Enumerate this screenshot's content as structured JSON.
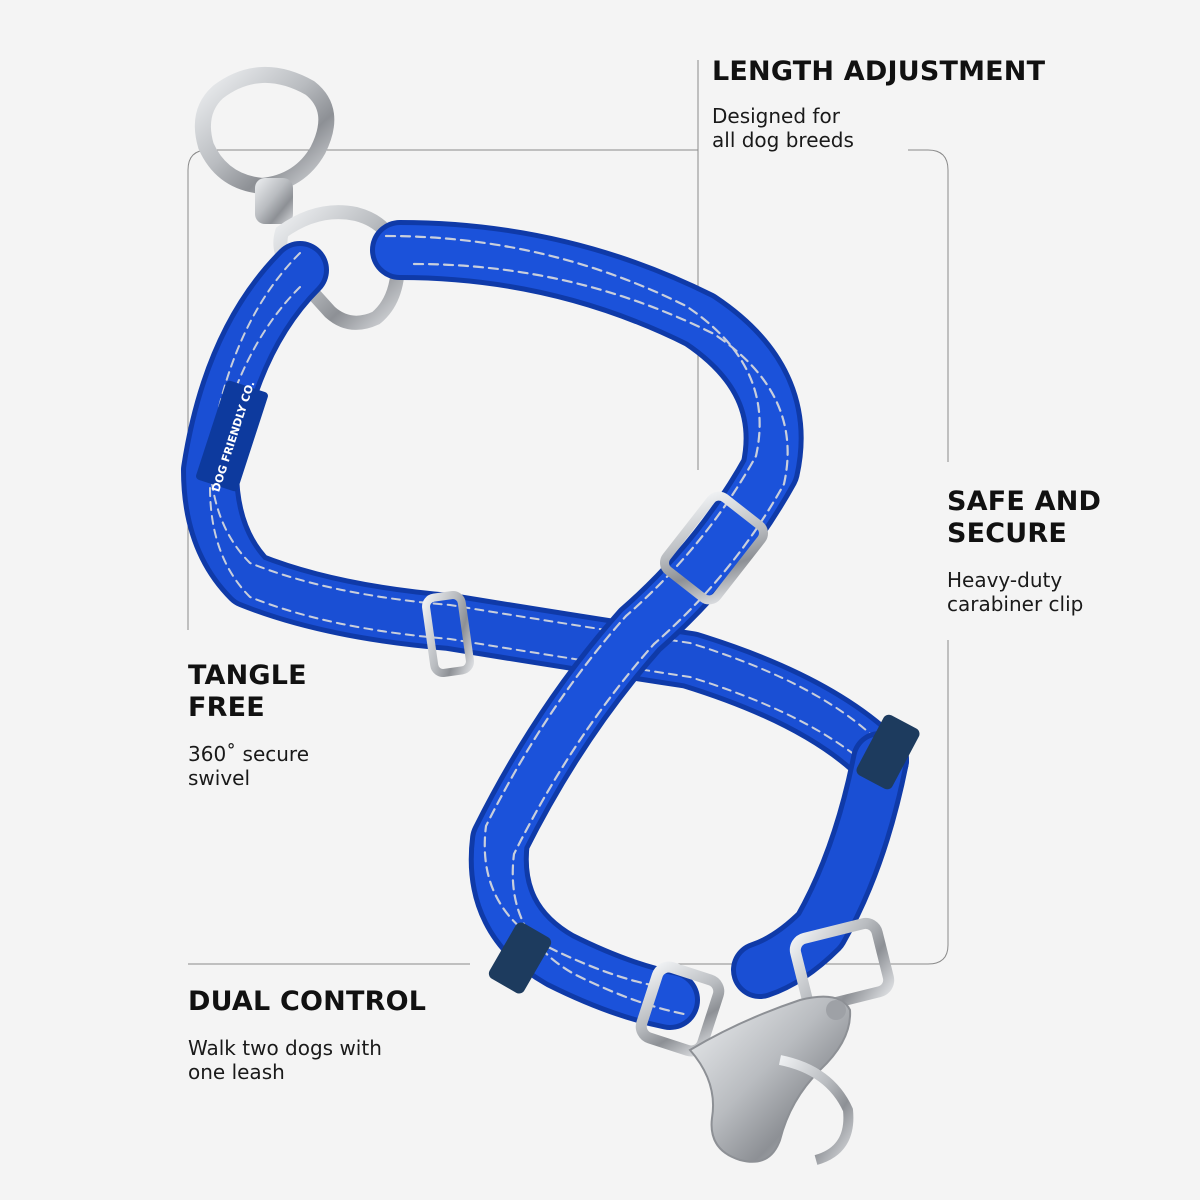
{
  "features": {
    "length_adjustment": {
      "heading": "LENGTH ADJUSTMENT",
      "description": "Designed for\nall dog breeds"
    },
    "safe_and_secure": {
      "heading": "SAFE AND\nSECURE",
      "description": "Heavy-duty\ncarabiner clip"
    },
    "tangle_free": {
      "heading": "TANGLE\nFREE",
      "description": "360˚ secure\nswivel"
    },
    "dual_control": {
      "heading": "DUAL CONTROL",
      "description": "Walk two dogs with\none leash"
    }
  },
  "product": {
    "brand_tag": "DOG FRIENDLY CO.",
    "strap_color": "#1446c8",
    "stitch_color": "#c9cfdc",
    "hardware_color": "#c7c9cc",
    "background_color": "#f4f4f4"
  }
}
